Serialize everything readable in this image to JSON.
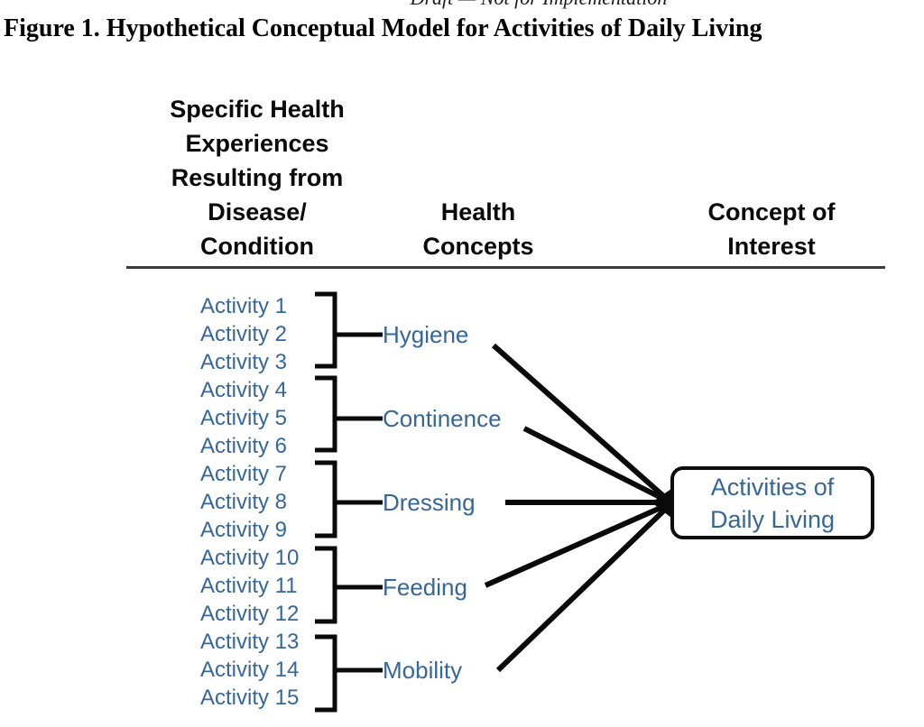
{
  "page": {
    "draft_note": "Draft — Not for Implementation",
    "figure_title": "Figure 1. Hypothetical Conceptual Model for Activities of Daily Living"
  },
  "columns": {
    "specific_health_lines": [
      "Specific Health",
      "Experiences",
      "Resulting from",
      "Disease/",
      "Condition"
    ],
    "health_concepts_lines": [
      "Health",
      "Concepts"
    ],
    "concept_of_interest_lines": [
      "Concept of",
      "Interest"
    ]
  },
  "activities": [
    "Activity 1",
    "Activity 2",
    "Activity 3",
    "Activity 4",
    "Activity 5",
    "Activity 6",
    "Activity 7",
    "Activity 8",
    "Activity 9",
    "Activity 10",
    "Activity 11",
    "Activity 12",
    "Activity 13",
    "Activity 14",
    "Activity 15"
  ],
  "health_concepts": [
    "Hygiene",
    "Continence",
    "Dressing",
    "Feeding",
    "Mobility"
  ],
  "concept_of_interest_box": {
    "line1": "Activities of",
    "line2": "Daily Living"
  },
  "colors": {
    "diagram_text_blue": "#35679B",
    "line_black": "#0a0a0a",
    "rule_gray": "#3b3b3b"
  }
}
